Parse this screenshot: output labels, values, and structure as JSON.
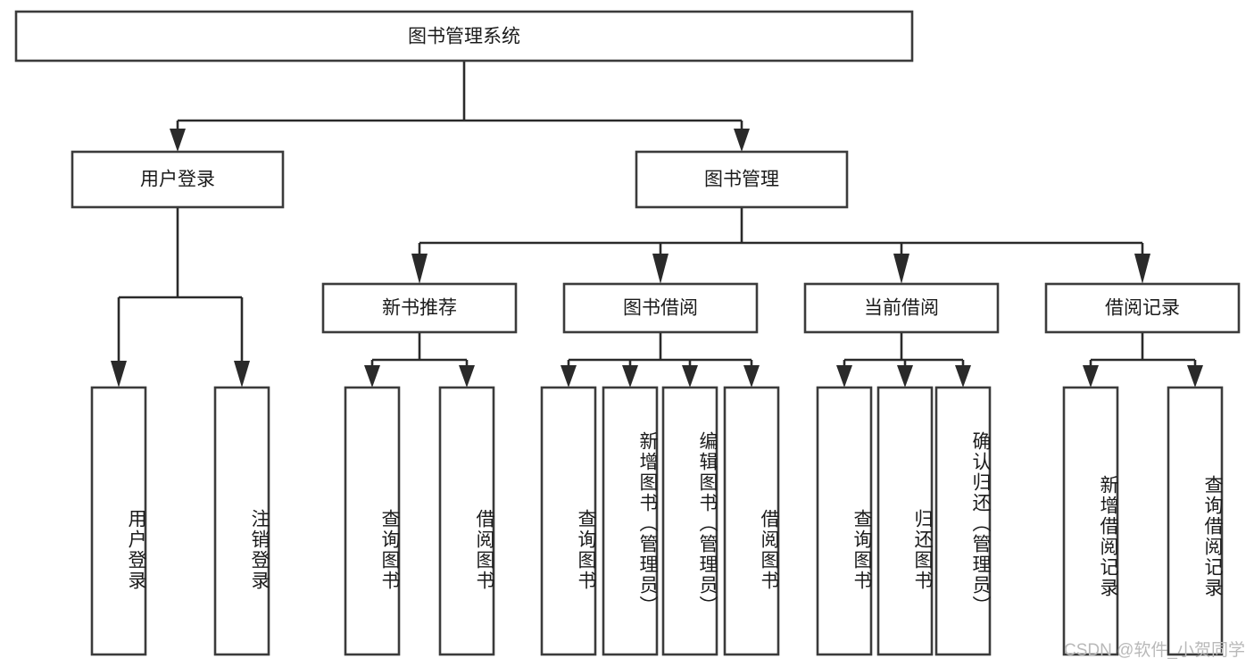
{
  "diagram": {
    "type": "tree-hierarchy",
    "title": "图书管理系统",
    "root": {
      "label": "图书管理系统"
    },
    "level2": [
      {
        "id": "user-login",
        "label": "用户登录"
      },
      {
        "id": "book-management",
        "label": "图书管理"
      }
    ],
    "level3": [
      {
        "id": "new-book-recommend",
        "label": "新书推荐",
        "parent": "book-management"
      },
      {
        "id": "book-borrow",
        "label": "图书借阅",
        "parent": "book-management"
      },
      {
        "id": "current-borrow",
        "label": "当前借阅",
        "parent": "book-management"
      },
      {
        "id": "borrow-record",
        "label": "借阅记录",
        "parent": "book-management"
      }
    ],
    "leaves": {
      "user-login": [
        {
          "id": "leaf-user-login",
          "label": "用户登录"
        },
        {
          "id": "leaf-user-logout",
          "label": "注销登录"
        }
      ],
      "new-book-recommend": [
        {
          "id": "leaf-query-book-1",
          "label": "查询图书"
        },
        {
          "id": "leaf-borrow-book-1",
          "label": "借阅图书"
        }
      ],
      "book-borrow": [
        {
          "id": "leaf-query-book-2",
          "label": "查询图书"
        },
        {
          "id": "leaf-add-book",
          "label": "新增图书（管理员）"
        },
        {
          "id": "leaf-edit-book",
          "label": "编辑图书（管理员）"
        },
        {
          "id": "leaf-borrow-book-2",
          "label": "借阅图书"
        }
      ],
      "current-borrow": [
        {
          "id": "leaf-query-book-3",
          "label": "查询图书"
        },
        {
          "id": "leaf-return-book",
          "label": "归还图书"
        },
        {
          "id": "leaf-confirm-return",
          "label": "确认归还（管理员）"
        }
      ],
      "borrow-record": [
        {
          "id": "leaf-add-record",
          "label": "新增借阅记录"
        },
        {
          "id": "leaf-query-record",
          "label": "查询借阅记录"
        }
      ]
    },
    "watermark": "CSDN @软件_小贺同学",
    "colors": {
      "background": "#ffffff",
      "box_fill": "#ffffff",
      "box_stroke": "#3b3b3b",
      "connector": "#2a2a2a",
      "text": "#1b1b1b",
      "watermark": "#b9b9b9"
    }
  }
}
